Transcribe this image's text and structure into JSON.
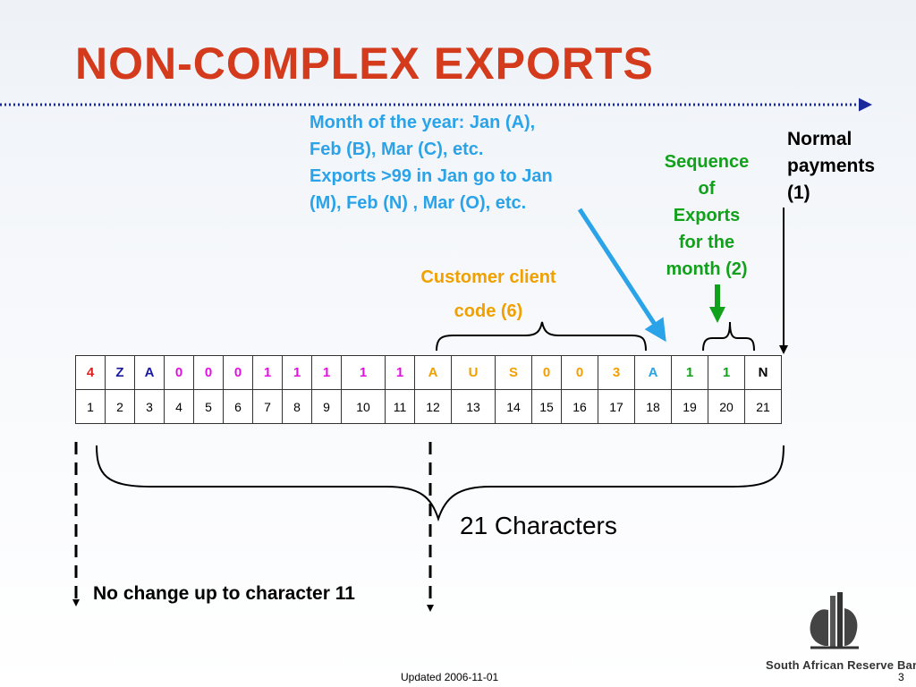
{
  "slide": {
    "title": "NON-COMPLEX EXPORTS",
    "page_number": "3",
    "footer": "Updated 2006-11-01",
    "logo_text": "South African Reserve Bank"
  },
  "annotations": {
    "month_note": [
      "Month of the year: Jan (A),",
      "Feb (B),  Mar (C), etc.",
      "Exports >99 in Jan go to Jan",
      "(M), Feb (N) , Mar (O), etc."
    ],
    "sequence_note": [
      "Sequence",
      "of",
      "Exports",
      "for the",
      "month (2)"
    ],
    "normal_note": [
      "Normal",
      "payments",
      "(1)"
    ],
    "customer_note": [
      "Customer client",
      "code (6)"
    ],
    "characters_label": "21 Characters",
    "no_change_label": "No change up to character 11"
  },
  "table": {
    "characters": [
      "4",
      "Z",
      "A",
      "0",
      "0",
      "0",
      "1",
      "1",
      "1",
      "1",
      "1",
      "A",
      "U",
      "S",
      "0",
      "0",
      "3",
      "A",
      "1",
      "1",
      "N"
    ],
    "positions": [
      "1",
      "2",
      "3",
      "4",
      "5",
      "6",
      "7",
      "8",
      "9",
      "10",
      "11",
      "12",
      "13",
      "14",
      "15",
      "16",
      "17",
      "18",
      "19",
      "20",
      "21"
    ],
    "char_colors": [
      "#e02020",
      "#1a1aa0",
      "#1a1aa0",
      "#e010e0",
      "#e010e0",
      "#e010e0",
      "#e010e0",
      "#e010e0",
      "#e010e0",
      "#e010e0",
      "#e010e0",
      "#f0a000",
      "#f0a000",
      "#f0a000",
      "#f0a000",
      "#f0a000",
      "#f0a000",
      "#2aa3e8",
      "#11a11a",
      "#11a11a",
      "#000000"
    ]
  },
  "colors": {
    "title": "#d43a1c",
    "blue": "#2aa3e8",
    "green": "#11a11a",
    "orange": "#f0a000",
    "dotted_rule": "#1a2a9a"
  }
}
